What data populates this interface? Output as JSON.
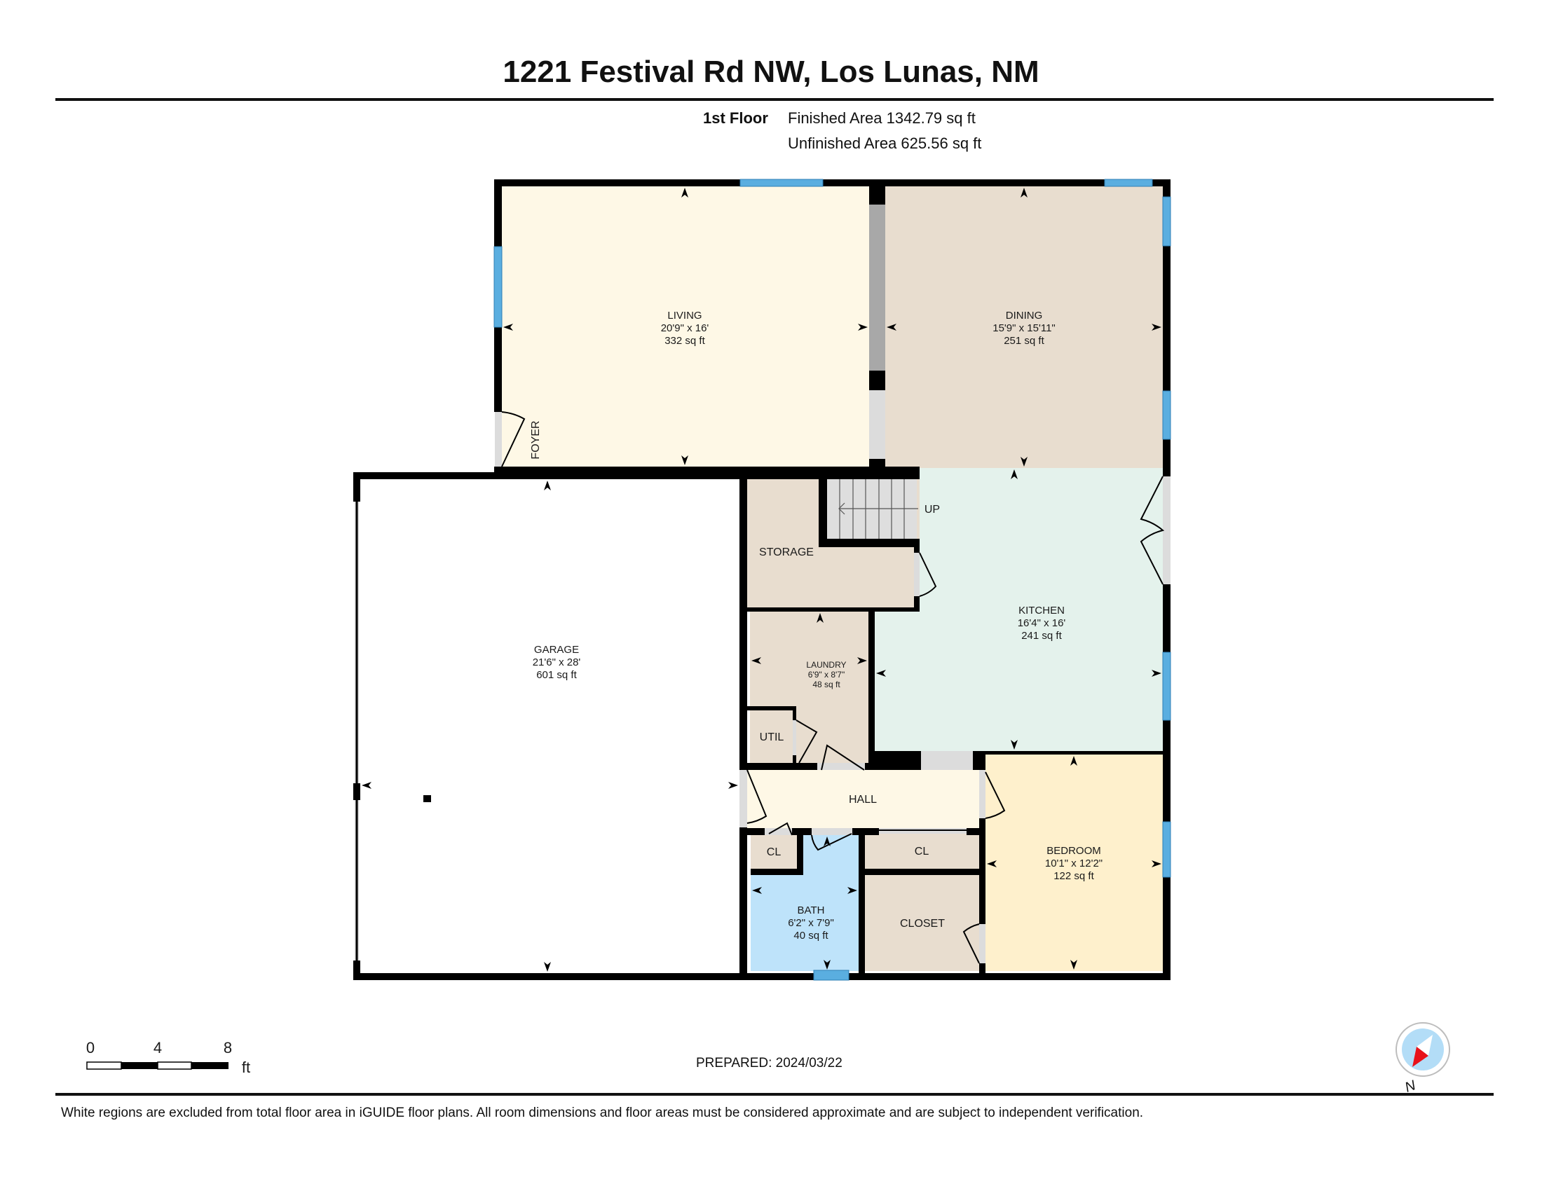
{
  "header": {
    "title": "1221 Festival Rd NW, Los Lunas, NM",
    "floor_name": "1st Floor",
    "finished_area": "Finished Area 1342.79 sq ft",
    "unfinished_area": "Unfinished Area 625.56 sq ft"
  },
  "colors": {
    "wall": "#000000",
    "window": "#5AAEE0",
    "door_opening": "#DCDCDC",
    "partition": "#A8A8A8",
    "living": "#FEF8E6",
    "dining": "#E8DDCF",
    "kitchen": "#E4F2EC",
    "utility_rooms": "#E8DDCF",
    "hall": "#FEF8E6",
    "bath": "#BEE3FA",
    "bedroom": "#FEF0CC",
    "garage": "#FFFFFF",
    "compass_fill": "#B3DDF7",
    "compass_needle": "#E8121A"
  },
  "rooms": {
    "living": {
      "name": "LIVING",
      "dims": "20'9\" x 16'",
      "area": "332 sq ft"
    },
    "dining": {
      "name": "DINING",
      "dims": "15'9\" x 15'11\"",
      "area": "251 sq ft"
    },
    "kitchen": {
      "name": "KITCHEN",
      "dims": "16'4\" x 16'",
      "area": "241 sq ft"
    },
    "garage": {
      "name": "GARAGE",
      "dims": "21'6\" x 28'",
      "area": "601 sq ft"
    },
    "laundry": {
      "name": "LAUNDRY",
      "dims": "6'9\" x 8'7\"",
      "area": "48 sq ft"
    },
    "bath": {
      "name": "BATH",
      "dims": "6'2\" x 7'9\"",
      "area": "40 sq ft"
    },
    "bedroom": {
      "name": "BEDROOM",
      "dims": "10'1\" x 12'2\"",
      "area": "122 sq ft"
    },
    "storage": {
      "name": "STORAGE"
    },
    "util": {
      "name": "UTIL"
    },
    "hall": {
      "name": "HALL"
    },
    "cl_left": {
      "name": "CL"
    },
    "cl_right": {
      "name": "CL"
    },
    "closet": {
      "name": "CLOSET"
    },
    "foyer": {
      "name": "FOYER"
    },
    "stairs": {
      "label": "UP"
    }
  },
  "scale_bar": {
    "ticks": [
      "0",
      "4",
      "8"
    ],
    "unit": "ft"
  },
  "prepared": "PREPARED: 2024/03/22",
  "compass": {
    "label": "N"
  },
  "footer": {
    "disclaimer": "White regions are excluded from total floor area in iGUIDE floor plans. All room dimensions and floor areas must be considered approximate and are subject to independent verification."
  }
}
